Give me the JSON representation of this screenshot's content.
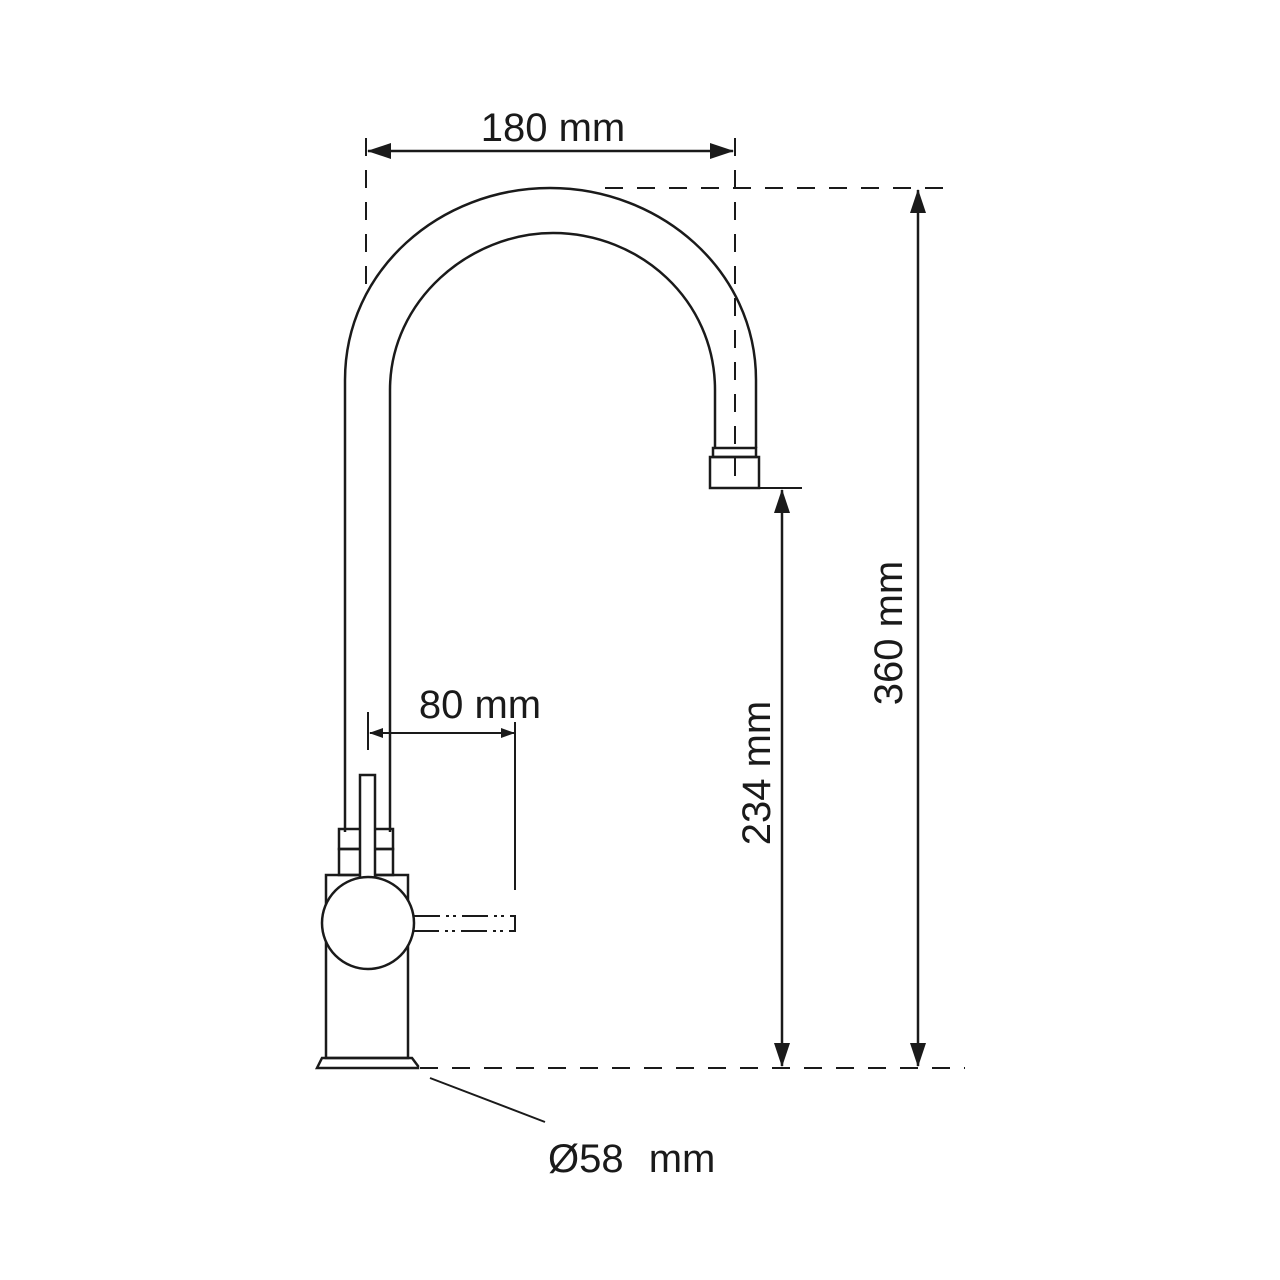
{
  "diagram": {
    "subject": "Gooseneck kitchen faucet technical drawing",
    "line_color": "#1a1a1a",
    "background": "#ffffff",
    "dimensions": {
      "spout_reach": {
        "value": 180,
        "unit": "mm",
        "label": "180 mm"
      },
      "lever_reach": {
        "value": 80,
        "unit": "mm",
        "label": "80 mm"
      },
      "spout_height": {
        "value": 234,
        "unit": "mm",
        "label": "234 mm"
      },
      "total_height": {
        "value": 360,
        "unit": "mm",
        "label": "360 mm"
      },
      "base_diameter": {
        "value": 58,
        "unit": "mm",
        "label_symbol": "Ø58",
        "label_unit": "mm"
      }
    }
  }
}
